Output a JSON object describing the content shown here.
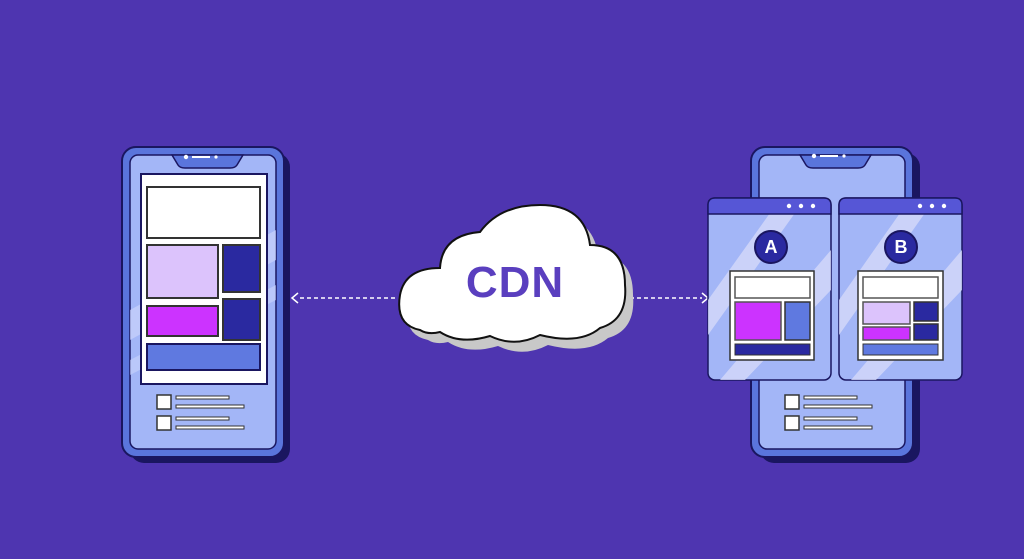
{
  "diagram": {
    "center": {
      "label": "CDN",
      "shape": "cloud"
    },
    "left_device": {
      "type": "smartphone",
      "layout": "single-version"
    },
    "right_device": {
      "type": "smartphone",
      "variants": [
        {
          "label": "A",
          "window_dots": 3
        },
        {
          "label": "B",
          "window_dots": 3
        }
      ]
    },
    "arrows": [
      {
        "from": "CDN",
        "to": "left_device",
        "style": "dotted"
      },
      {
        "from": "CDN",
        "to": "right_device",
        "style": "dotted"
      }
    ]
  },
  "colors": {
    "background": "#4e35b0",
    "phone_body": "#5a75dc",
    "phone_screen": "#a3b6f7",
    "outline": "#1a1660",
    "dark_block": "#2a29a0",
    "magenta_block": "#cc33ff",
    "lavender_block": "#dcc3fc",
    "blue_block": "#5f79e0",
    "cloud": "#ffffff",
    "cloud_shadow": "#c8c8c8",
    "cdn_text": "#5a3fbf"
  }
}
